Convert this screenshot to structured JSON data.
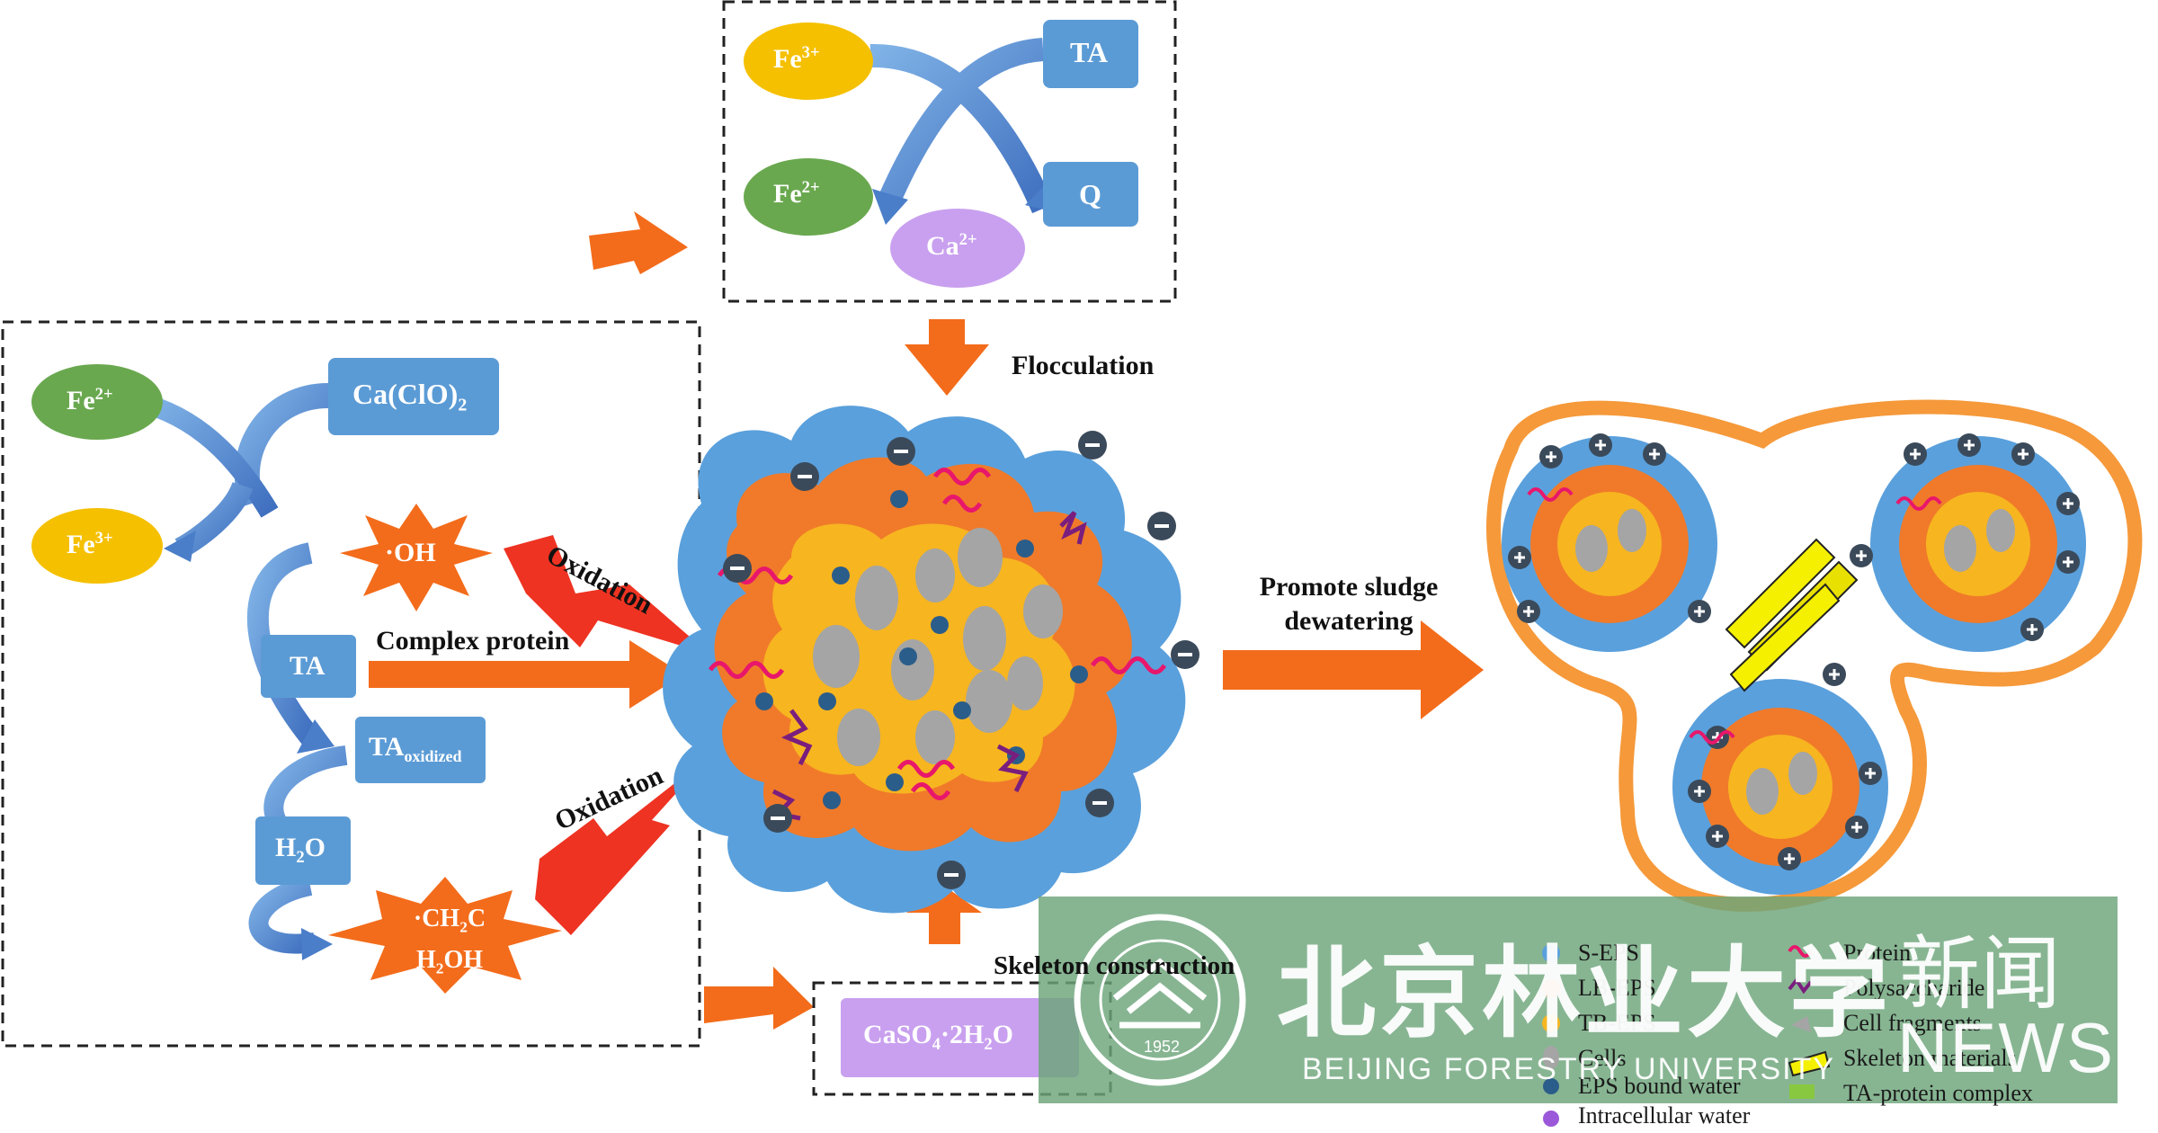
{
  "colors": {
    "green": "#6aa84f",
    "yellow": "#f5c000",
    "blue_box": "#5b9bd5",
    "purple": "#c9a0ef",
    "orange": "#f36c1b",
    "red": "#ee3322",
    "sky": "#5aa0dc",
    "cluster_core": "#f7b520",
    "cluster_mid": "#f07a2a",
    "gray": "#a5a5a5",
    "watermark": "#6da57a"
  },
  "top_box": {
    "fe3": "Fe",
    "fe3_sup": "3+",
    "ta": "TA",
    "fe2": "Fe",
    "fe2_sup": "2+",
    "q": "Q",
    "ca": "Ca",
    "ca_sup": "2+"
  },
  "left_box": {
    "fe2": "Fe",
    "fe2_sup": "2+",
    "caclo": "Ca(ClO)",
    "caclo_sub": "2",
    "fe3": "Fe",
    "fe3_sup": "3+",
    "oh": "·OH",
    "ta": "TA",
    "ta_ox": "TA",
    "ta_ox_sub": "oxidized",
    "h2o_h": "H",
    "h2o_sub": "2",
    "h2o_o": "O",
    "ch_line1": "·CH",
    "ch_sub1": "2",
    "ch_c": "C",
    "ch_line2a": "H",
    "ch_sub2": "2",
    "ch_line2b": "OH"
  },
  "labels": {
    "oxidation_top": "Oxidation",
    "oxidation_bottom": "Oxidation",
    "complex_protein": "Complex protein",
    "flocculation": "Flocculation",
    "promote_line1": "Promote sludge",
    "promote_line2": "dewatering",
    "skeleton": "Skeleton construction",
    "caso4_a": "CaSO",
    "caso4_sub1": "4",
    "caso4_b": "·2H",
    "caso4_sub2": "2",
    "caso4_c": "O"
  },
  "legend": {
    "left": [
      "S-EPS",
      "LB-EPS",
      "TB-EPS",
      "Cells",
      "EPS bound water",
      "Intracellular water"
    ],
    "right": [
      "Protein",
      "Polysaccharide",
      "Cell fragments",
      "Skeleton materials",
      "TA-protein complex"
    ]
  },
  "watermark": {
    "cn_name": "北京林业大学",
    "cn_news": "新闻",
    "en_name": "BEIJING FORESTRY UNIVERSITY",
    "en_news": "NEWS",
    "seal_year": "1952"
  }
}
